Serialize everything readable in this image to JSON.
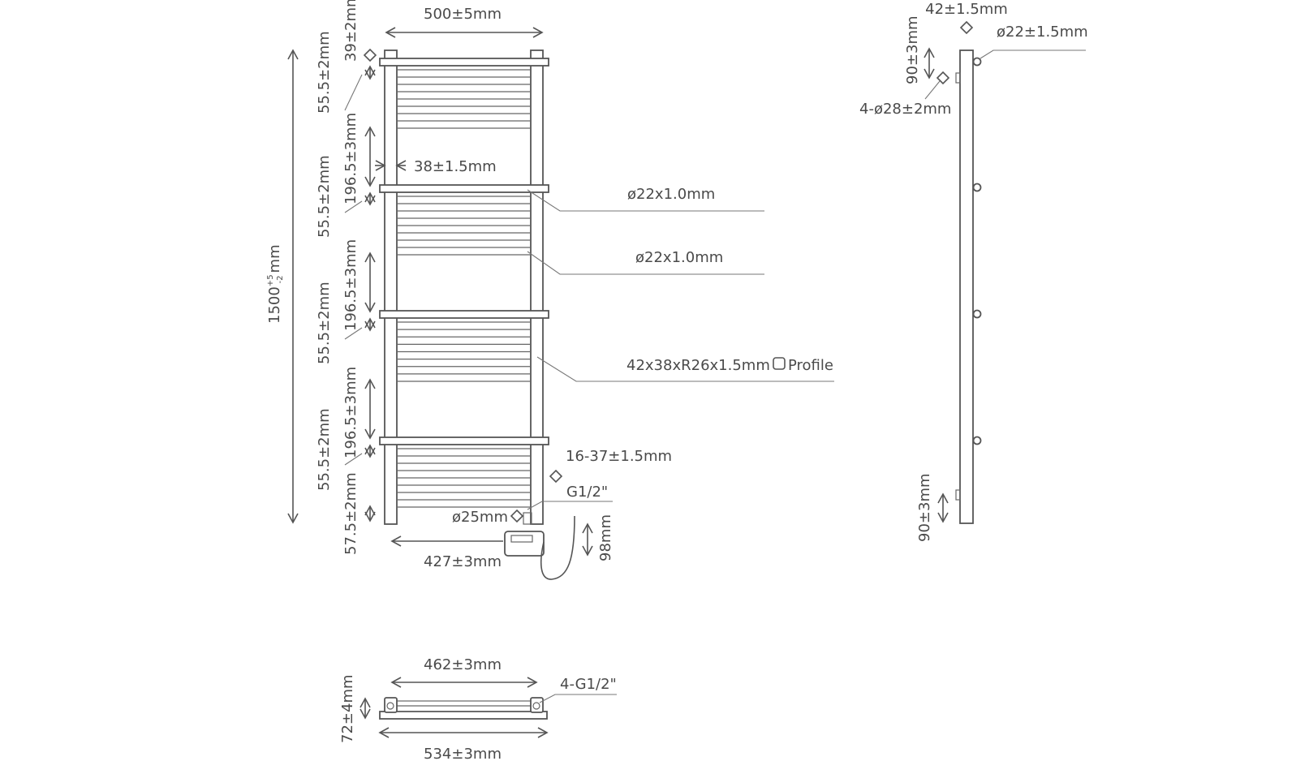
{
  "front": {
    "width": "500±5mm",
    "top_gap": "39±2mm",
    "height_prefix": "1500",
    "height_tol": "+5",
    "height_tol_lo": "-2",
    "height_unit": "mm",
    "bar_group": [
      "55.5±2mm",
      "55.5±2mm",
      "55.5±2mm",
      "55.5±2mm"
    ],
    "spacing": [
      "196.5±3mm",
      "196.5±3mm",
      "196.5±3mm"
    ],
    "bar_gap": "38±1.5mm",
    "bottom_gap": "57.5±2mm",
    "center": "427±3mm",
    "element_height": "98mm"
  },
  "callouts": {
    "tube1": "ø22x1.0mm",
    "tube2": "ø22x1.0mm",
    "profile_dim": "42x38xR26x1.5mm",
    "profile_word": "Profile",
    "bars": "16-37±1.5mm",
    "thread": "G1/2\"",
    "valve": "ø25mm"
  },
  "side": {
    "depth": "42±1.5mm",
    "pipe": "ø22±1.5mm",
    "top_offset": "90±3mm",
    "brackets": "4-ø28±2mm",
    "bottom_offset": "90±3mm"
  },
  "bottom_view": {
    "centers": "462±3mm",
    "depth": "72±4mm",
    "threads": "4-G1/2\"",
    "overall": "534±3mm"
  }
}
